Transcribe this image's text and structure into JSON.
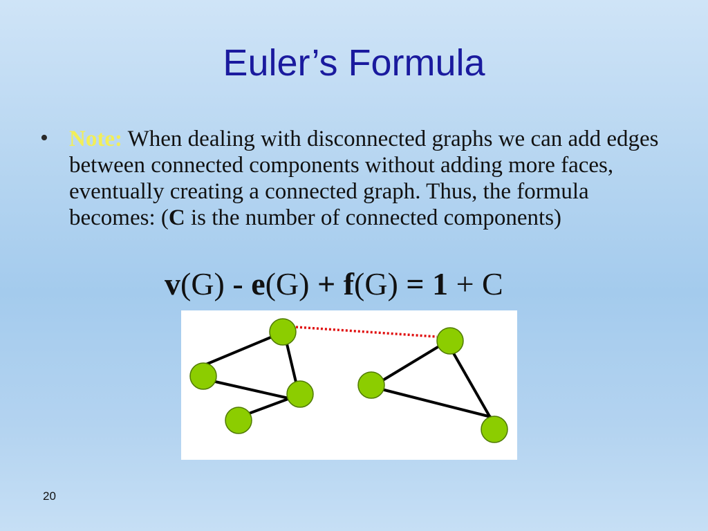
{
  "slide": {
    "title": "Euler’s Formula",
    "bullet_char": "•",
    "note_label": "Note:",
    "text_part1": "When dealing with disconnected graphs we can add edges between connected components without adding more faces, eventually creating a connected graph. Thus, the formula becomes: (",
    "text_bold_c": "C",
    "text_part2": " is the number of connected components)",
    "formula": {
      "v": "v",
      "paren_g1": "(G)",
      "minus": " - ",
      "e": "e",
      "paren_g2": "(G)",
      "plus1": " + ",
      "f": "f",
      "paren_g3": "(G)",
      "equals": " = ",
      "one": "1",
      "plus2": " + ",
      "c": "C"
    },
    "page_number": "20"
  },
  "colors": {
    "title": "#1a1a9e",
    "note": "#f2ee58",
    "node_fill": "#8ccd00",
    "node_stroke": "#4f7a00",
    "edge": "#000000",
    "added_edge": "#e01010"
  }
}
